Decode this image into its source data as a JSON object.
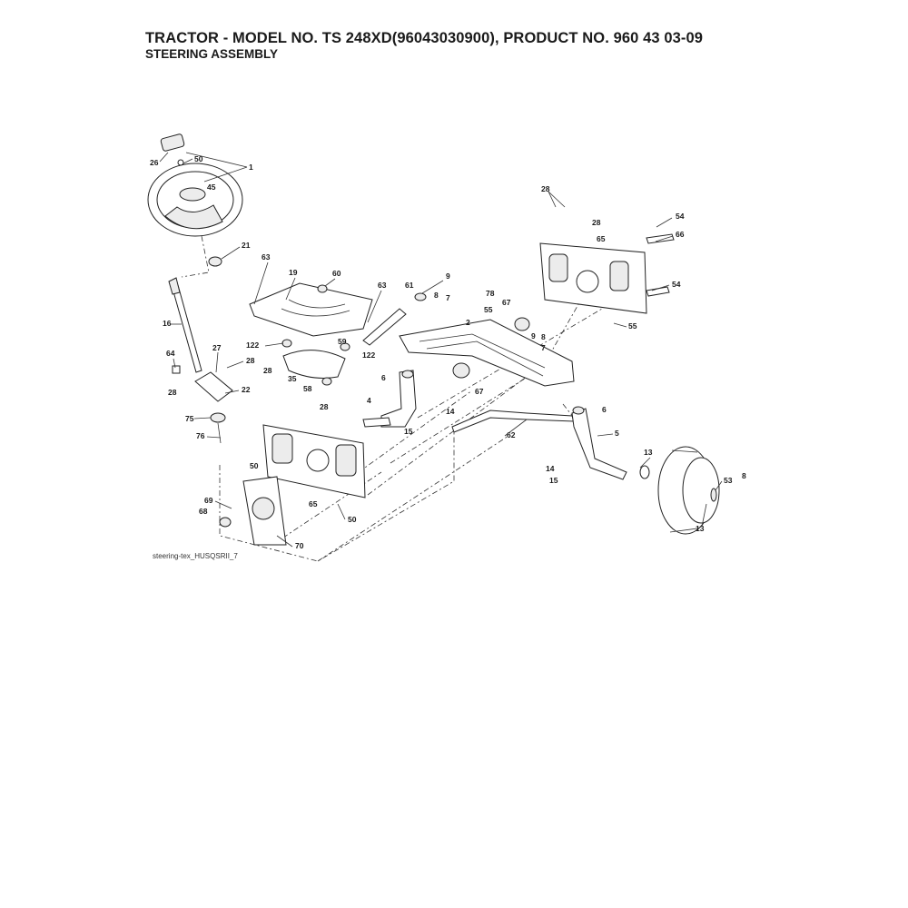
{
  "header": {
    "title": "TRACTOR - MODEL NO. TS 248XD(96043030900), PRODUCT NO. 960 43 03-09",
    "subtitle": "STEERING ASSEMBLY"
  },
  "caption": "steering-tex_HUSQSRII_7",
  "callouts": [
    "26",
    "50",
    "1",
    "45",
    "21",
    "63",
    "19",
    "60",
    "63",
    "9",
    "61",
    "8",
    "7",
    "78",
    "67",
    "2",
    "55",
    "16",
    "64",
    "27",
    "28",
    "28",
    "22",
    "122",
    "59",
    "122",
    "35",
    "58",
    "28",
    "75",
    "76",
    "28",
    "6",
    "4",
    "14",
    "15",
    "62",
    "67",
    "9",
    "8",
    "7",
    "55",
    "6",
    "5",
    "13",
    "53",
    "8",
    "13",
    "14",
    "15",
    "28",
    "28",
    "54",
    "65",
    "66",
    "54",
    "50",
    "69",
    "68",
    "65",
    "50",
    "70"
  ]
}
